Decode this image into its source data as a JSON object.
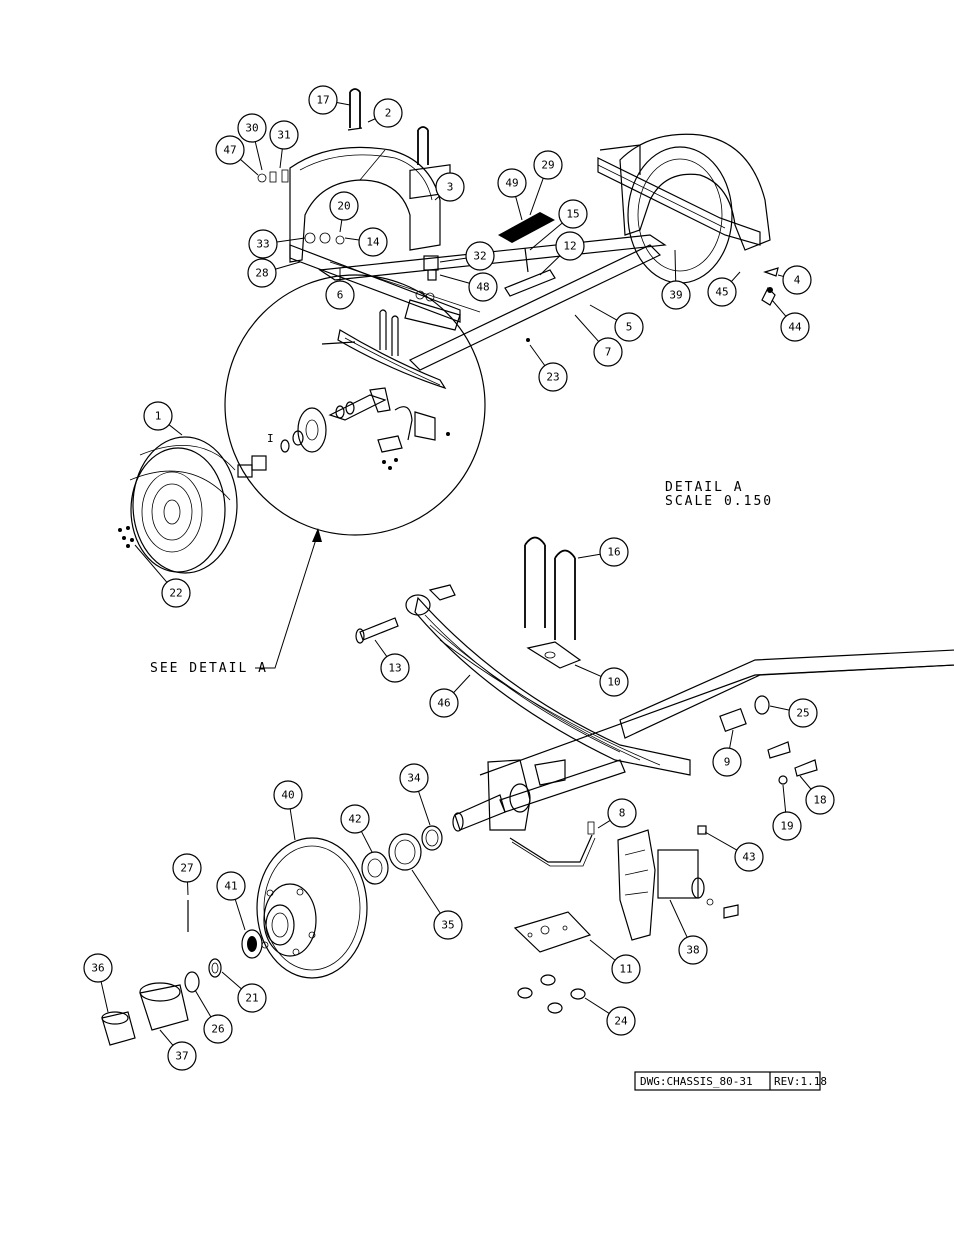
{
  "detail_title": "DETAIL  A",
  "detail_scale": "SCALE  0.150",
  "see_detail": "SEE DETAIL  A",
  "title_block": {
    "dwg": "DWG:CHASSIS_80-31",
    "rev": "REV:1.18"
  },
  "callouts": [
    {
      "n": "17"
    },
    {
      "n": "2"
    },
    {
      "n": "30"
    },
    {
      "n": "31"
    },
    {
      "n": "47"
    },
    {
      "n": "3"
    },
    {
      "n": "29"
    },
    {
      "n": "49"
    },
    {
      "n": "15"
    },
    {
      "n": "12"
    },
    {
      "n": "20"
    },
    {
      "n": "33"
    },
    {
      "n": "14"
    },
    {
      "n": "32"
    },
    {
      "n": "28"
    },
    {
      "n": "48"
    },
    {
      "n": "6"
    },
    {
      "n": "39"
    },
    {
      "n": "45"
    },
    {
      "n": "4"
    },
    {
      "n": "44"
    },
    {
      "n": "5"
    },
    {
      "n": "7"
    },
    {
      "n": "23"
    },
    {
      "n": "1"
    },
    {
      "n": "22"
    },
    {
      "n": "16"
    },
    {
      "n": "10"
    },
    {
      "n": "13"
    },
    {
      "n": "46"
    },
    {
      "n": "25"
    },
    {
      "n": "9"
    },
    {
      "n": "18"
    },
    {
      "n": "19"
    },
    {
      "n": "34"
    },
    {
      "n": "40"
    },
    {
      "n": "42"
    },
    {
      "n": "8"
    },
    {
      "n": "43"
    },
    {
      "n": "27"
    },
    {
      "n": "41"
    },
    {
      "n": "35"
    },
    {
      "n": "38"
    },
    {
      "n": "11"
    },
    {
      "n": "36"
    },
    {
      "n": "21"
    },
    {
      "n": "26"
    },
    {
      "n": "37"
    },
    {
      "n": "24"
    }
  ],
  "detail_marker": "I"
}
